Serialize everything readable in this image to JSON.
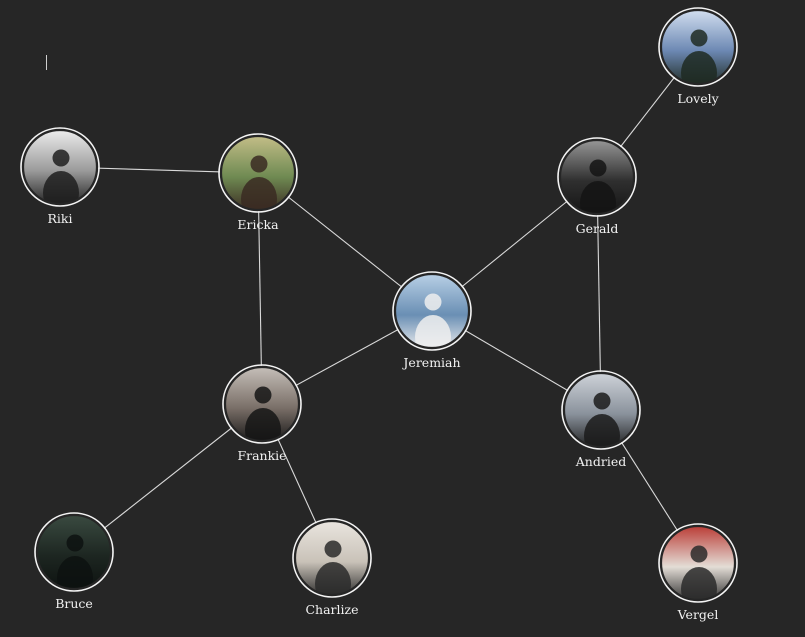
{
  "graph": {
    "nodes": [
      {
        "id": "riki",
        "label": "Riki",
        "avatar": "avatar-riki",
        "colors": [
          "#f0f0f0",
          "#9a9a9a",
          "#1e1e1e"
        ]
      },
      {
        "id": "ericka",
        "label": "Ericka",
        "avatar": "avatar-ericka",
        "colors": [
          "#c7c08a",
          "#6f8a52",
          "#3a2a22"
        ]
      },
      {
        "id": "jeremiah",
        "label": "Jeremiah",
        "avatar": "avatar-jeremiah",
        "colors": [
          "#bcd3e8",
          "#6a8fb4",
          "#efefef"
        ]
      },
      {
        "id": "gerald",
        "label": "Gerald",
        "avatar": "avatar-gerald",
        "colors": [
          "#9c9c9c",
          "#2f2f2f",
          "#141414"
        ]
      },
      {
        "id": "lovely",
        "label": "Lovely",
        "avatar": "avatar-lovely",
        "colors": [
          "#d7e3f3",
          "#6c88b3",
          "#1e2a22"
        ]
      },
      {
        "id": "frankie",
        "label": "Frankie",
        "avatar": "avatar-frankie",
        "colors": [
          "#c9c3bd",
          "#7a6f68",
          "#151515"
        ]
      },
      {
        "id": "andried",
        "label": "Andried",
        "avatar": "avatar-andried",
        "colors": [
          "#d2d6dc",
          "#8a929c",
          "#1b1b1b"
        ]
      },
      {
        "id": "bruce",
        "label": "Bruce",
        "avatar": "avatar-bruce",
        "colors": [
          "#3b4c42",
          "#1d2621",
          "#0d1210"
        ]
      },
      {
        "id": "charlize",
        "label": "Charlize",
        "avatar": "avatar-charlize",
        "colors": [
          "#ebe7e1",
          "#c9c2b8",
          "#2a2a2a"
        ]
      },
      {
        "id": "vergel",
        "label": "Vergel",
        "avatar": "avatar-vergel",
        "colors": [
          "#b8342e",
          "#e3ddd6",
          "#2a2a2a"
        ]
      }
    ],
    "edges": [
      [
        "riki",
        "ericka"
      ],
      [
        "ericka",
        "jeremiah"
      ],
      [
        "ericka",
        "frankie"
      ],
      [
        "jeremiah",
        "gerald"
      ],
      [
        "gerald",
        "lovely"
      ],
      [
        "gerald",
        "andried"
      ],
      [
        "jeremiah",
        "andried"
      ],
      [
        "jeremiah",
        "frankie"
      ],
      [
        "frankie",
        "bruce"
      ],
      [
        "frankie",
        "charlize"
      ],
      [
        "andried",
        "vergel"
      ]
    ]
  }
}
